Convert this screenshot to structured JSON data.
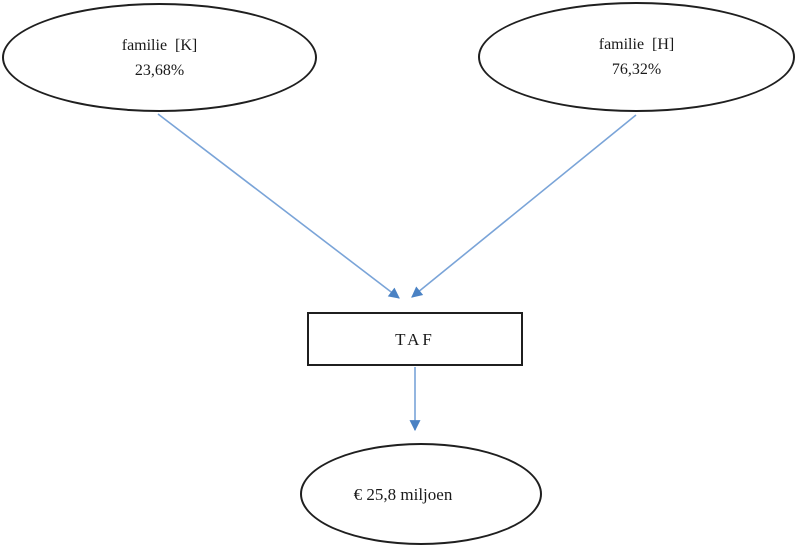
{
  "diagram": {
    "nodes": {
      "family_k": {
        "line1": "familie  [K]",
        "line2": "23,68%"
      },
      "family_h": {
        "line1": "familie  [H]",
        "line2": "76,32%"
      },
      "taf": {
        "label": "TAF"
      },
      "amount": {
        "label": "€ 25,8 miljoen"
      }
    },
    "edges": [
      {
        "from": "familie [K]",
        "to": "TAF"
      },
      {
        "from": "familie [H]",
        "to": "TAF"
      },
      {
        "from": "TAF",
        "to": "€ 25,8 miljoen"
      }
    ]
  },
  "colors": {
    "background": "#ffffff",
    "shape_border": "#1f1f1f",
    "text": "#1a1a1a",
    "arrow_line": "#7aa4d8",
    "arrow_head": "#4a82c4"
  }
}
